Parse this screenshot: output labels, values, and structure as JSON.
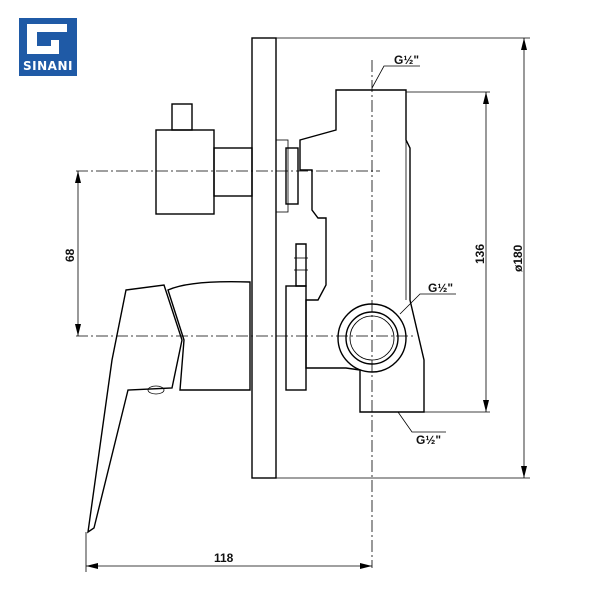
{
  "brand": {
    "name": "SINANI",
    "color": "#1f5aa6"
  },
  "labels": {
    "thread_top": "G½\"",
    "thread_mid": "G½\"",
    "thread_bottom": "G½\"",
    "dim_height": "68",
    "dim_inner": "136",
    "dim_diameter": "ø180",
    "dim_depth": "118"
  }
}
